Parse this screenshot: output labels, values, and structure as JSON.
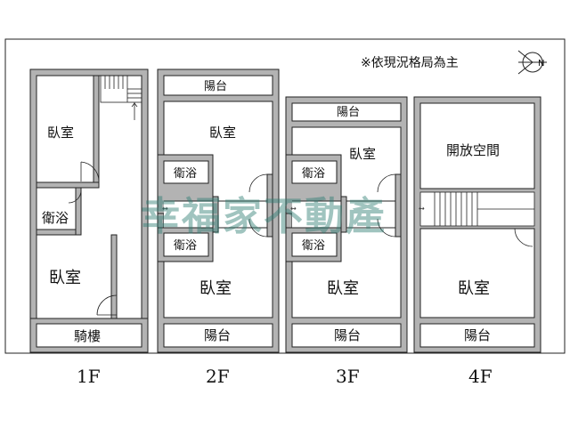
{
  "note": "※依現況格局為主",
  "compass_letter": "N",
  "watermark": "幸福家不動產",
  "floors": {
    "f1": {
      "label": "1F",
      "rooms": {
        "bedroom_top": "臥室",
        "bath": "衛浴",
        "bedroom_bottom": "臥室",
        "arcade": "騎樓"
      }
    },
    "f2": {
      "label": "2F",
      "rooms": {
        "balcony_top": "陽台",
        "bedroom_top": "臥室",
        "bath_top": "衛浴",
        "bath_bottom": "衛浴",
        "bedroom_bottom": "臥室",
        "balcony_bottom": "陽台"
      }
    },
    "f3": {
      "label": "3F",
      "rooms": {
        "balcony_top": "陽台",
        "bedroom_top": "臥室",
        "bath_top": "衛浴",
        "bath_bottom": "衛浴",
        "bedroom_bottom": "臥室",
        "balcony_bottom": "陽台"
      }
    },
    "f4": {
      "label": "4F",
      "rooms": {
        "open_space": "開放空間",
        "bedroom": "臥室",
        "balcony": "陽台"
      }
    }
  },
  "colors": {
    "wall": "#b3b3b3",
    "line": "#222222",
    "watermark": "#2e7d73"
  }
}
